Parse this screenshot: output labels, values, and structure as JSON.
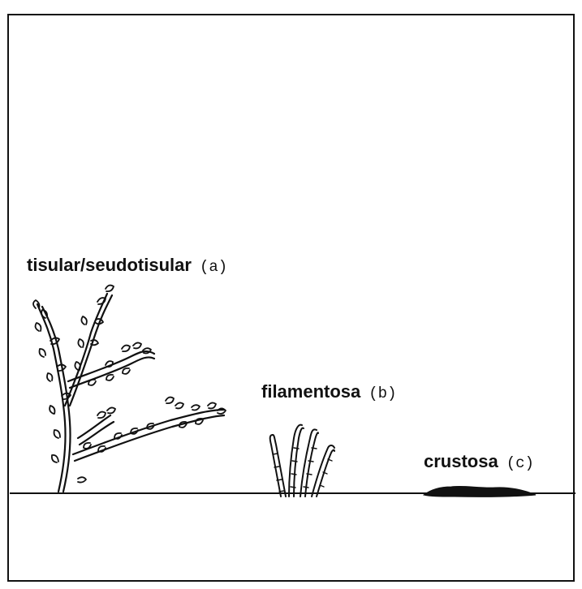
{
  "labels": {
    "a": {
      "name": "tisular/seudotisular",
      "tag": "(a)"
    },
    "b": {
      "name": "filamentosa",
      "tag": "(b)"
    },
    "c": {
      "name": "crustosa",
      "tag": "(c)"
    }
  },
  "colors": {
    "ink": "#111111",
    "background": "#ffffff"
  }
}
